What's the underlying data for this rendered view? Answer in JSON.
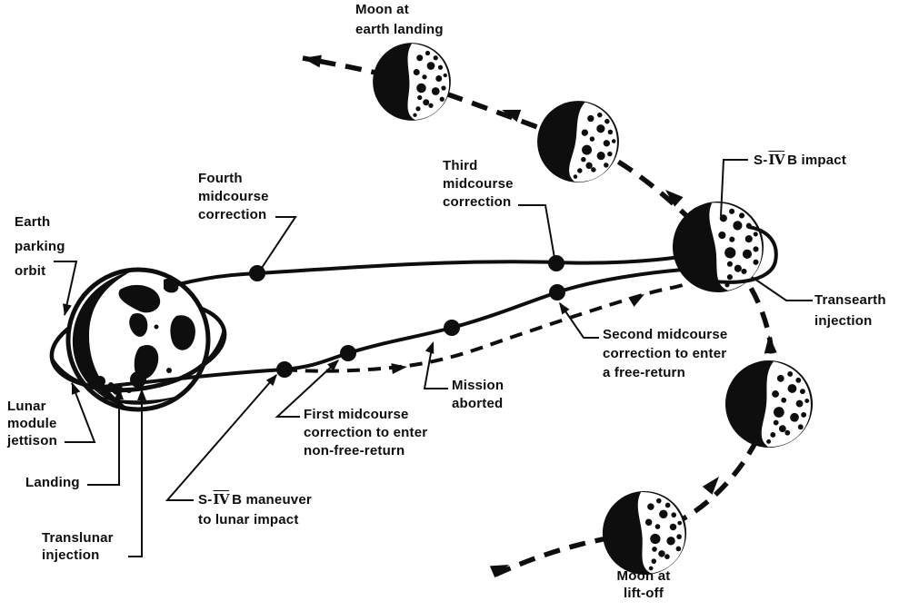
{
  "colors": {
    "ink": "#0e0e0e",
    "paper": "#ffffff"
  },
  "labels": {
    "moon_earth_landing": {
      "lines": [
        "Moon at",
        "earth landing"
      ]
    },
    "s4b_impact": {
      "pre": "S-",
      "roman": "IV",
      "post": "B impact"
    },
    "transearth_injection": {
      "lines": [
        "Transearth",
        "injection"
      ]
    },
    "earth_parking_orbit": {
      "lines": [
        "Earth",
        "parking",
        "orbit"
      ]
    },
    "lunar_module_jettison": {
      "lines": [
        "Lunar",
        "module",
        "jettison"
      ]
    },
    "landing": {
      "lines": [
        "Landing"
      ]
    },
    "translunar_injection": {
      "lines": [
        "Translunar",
        "injection"
      ]
    },
    "fourth_midcourse": {
      "lines": [
        "Fourth",
        "midcourse",
        "correction"
      ]
    },
    "third_midcourse": {
      "lines": [
        "Third",
        "midcourse",
        "correction"
      ]
    },
    "second_midcourse": {
      "lines": [
        "Second midcourse",
        "correction to enter",
        "a free-return"
      ]
    },
    "mission_aborted": {
      "lines": [
        "Mission",
        "aborted"
      ]
    },
    "first_midcourse": {
      "lines": [
        "First midcourse",
        "correction to enter",
        "non-free-return"
      ]
    },
    "s4b_maneuver": {
      "pre": "S-",
      "roman": "IV",
      "post": "B maneuver",
      "line2": "to lunar impact"
    },
    "moon_liftoff": {
      "lines": [
        "Moon at",
        "lift-off"
      ]
    }
  }
}
